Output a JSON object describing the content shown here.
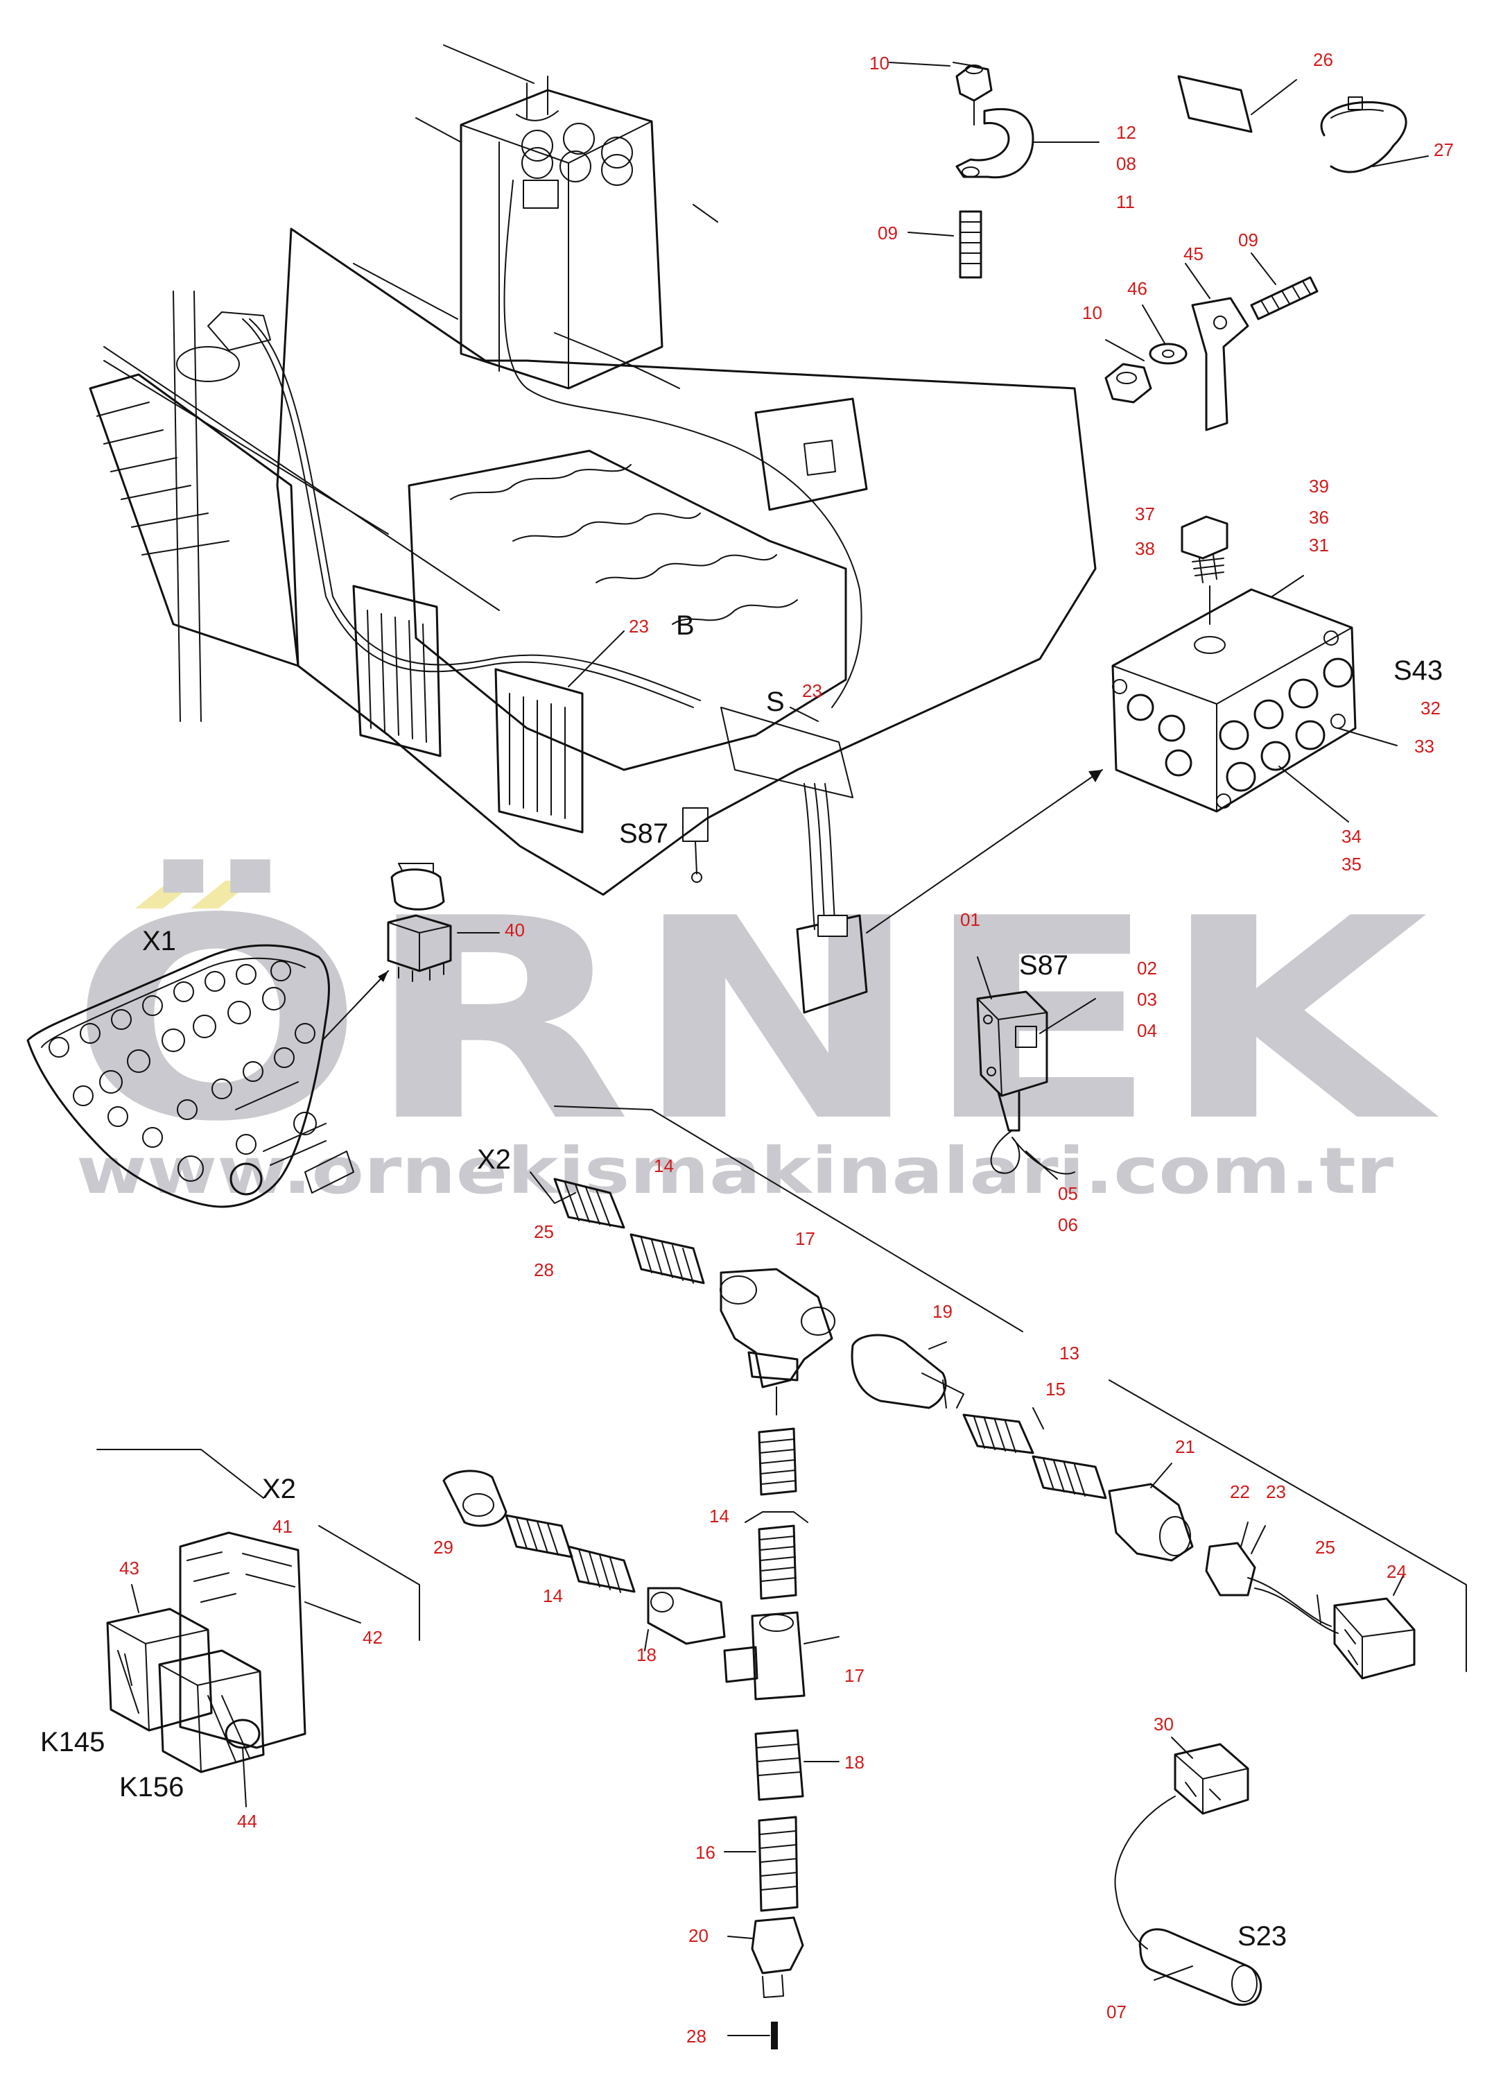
{
  "watermark": {
    "brand": "ÖRNEK",
    "url": "www.ornekismakinalari.com.tr",
    "color": "#c9c9cf",
    "accent_color": "#f3e9a6"
  },
  "component_labels": [
    {
      "id": "x1",
      "text": "X1"
    },
    {
      "id": "b",
      "text": "B"
    },
    {
      "id": "s",
      "text": "S"
    },
    {
      "id": "s87_machine",
      "text": "S87"
    },
    {
      "id": "s87_detail",
      "text": "S87"
    },
    {
      "id": "s43",
      "text": "S43"
    },
    {
      "id": "x2_top",
      "text": "X2"
    },
    {
      "id": "x2_relay",
      "text": "X2"
    },
    {
      "id": "k145",
      "text": "K145"
    },
    {
      "id": "k156",
      "text": "K156"
    },
    {
      "id": "s23",
      "text": "S23"
    }
  ],
  "part_numbers": [
    {
      "id": "p10a",
      "text": "10"
    },
    {
      "id": "p12",
      "text": "12"
    },
    {
      "id": "p08",
      "text": "08"
    },
    {
      "id": "p11",
      "text": "11"
    },
    {
      "id": "p09a",
      "text": "09"
    },
    {
      "id": "p26",
      "text": "26"
    },
    {
      "id": "p27",
      "text": "27"
    },
    {
      "id": "p45",
      "text": "45"
    },
    {
      "id": "p09b",
      "text": "09"
    },
    {
      "id": "p46",
      "text": "46"
    },
    {
      "id": "p10b",
      "text": "10"
    },
    {
      "id": "p39",
      "text": "39"
    },
    {
      "id": "p36",
      "text": "36"
    },
    {
      "id": "p31",
      "text": "31"
    },
    {
      "id": "p37",
      "text": "37"
    },
    {
      "id": "p38",
      "text": "38"
    },
    {
      "id": "p32",
      "text": "32"
    },
    {
      "id": "p33",
      "text": "33"
    },
    {
      "id": "p34",
      "text": "34"
    },
    {
      "id": "p35",
      "text": "35"
    },
    {
      "id": "p23a",
      "text": "23"
    },
    {
      "id": "p23b",
      "text": "23"
    },
    {
      "id": "p40",
      "text": "40"
    },
    {
      "id": "p01",
      "text": "01"
    },
    {
      "id": "p02",
      "text": "02"
    },
    {
      "id": "p03",
      "text": "03"
    },
    {
      "id": "p04",
      "text": "04"
    },
    {
      "id": "p05",
      "text": "05"
    },
    {
      "id": "p06",
      "text": "06"
    },
    {
      "id": "p14a",
      "text": "14"
    },
    {
      "id": "p25a",
      "text": "25"
    },
    {
      "id": "p28a",
      "text": "28"
    },
    {
      "id": "p17a",
      "text": "17"
    },
    {
      "id": "p19",
      "text": "19"
    },
    {
      "id": "p13",
      "text": "13"
    },
    {
      "id": "p15",
      "text": "15"
    },
    {
      "id": "p21",
      "text": "21"
    },
    {
      "id": "p22",
      "text": "22"
    },
    {
      "id": "p23c",
      "text": "23"
    },
    {
      "id": "p25b",
      "text": "25"
    },
    {
      "id": "p24",
      "text": "24"
    },
    {
      "id": "p41",
      "text": "41"
    },
    {
      "id": "p43",
      "text": "43"
    },
    {
      "id": "p42",
      "text": "42"
    },
    {
      "id": "p44",
      "text": "44"
    },
    {
      "id": "p29",
      "text": "29"
    },
    {
      "id": "p14b",
      "text": "14"
    },
    {
      "id": "p14c",
      "text": "14"
    },
    {
      "id": "p18a",
      "text": "18"
    },
    {
      "id": "p17b",
      "text": "17"
    },
    {
      "id": "p18b",
      "text": "18"
    },
    {
      "id": "p16",
      "text": "16"
    },
    {
      "id": "p20",
      "text": "20"
    },
    {
      "id": "p28b",
      "text": "28"
    },
    {
      "id": "p30",
      "text": "30"
    },
    {
      "id": "p07",
      "text": "07"
    }
  ],
  "colors": {
    "line": "#111111",
    "callout": "#d21a1a",
    "background": "#ffffff"
  }
}
